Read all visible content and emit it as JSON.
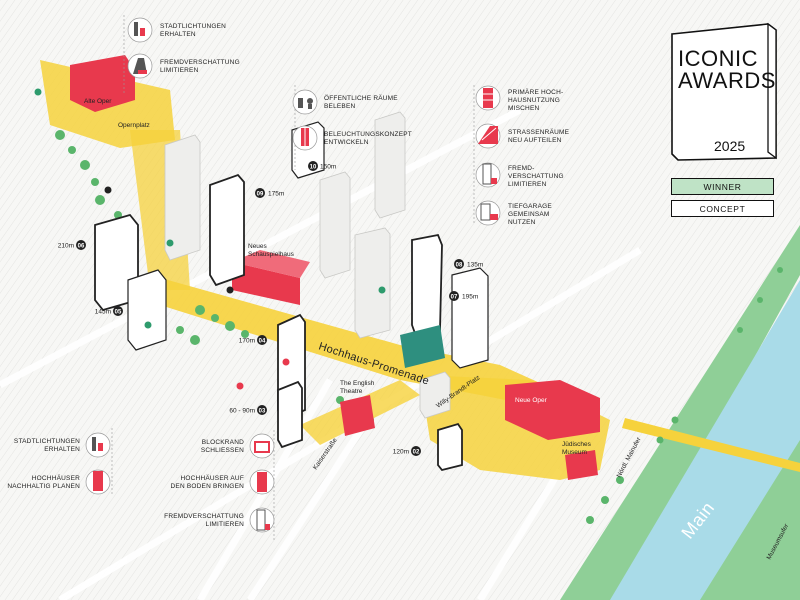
{
  "award": {
    "title_line1": "ICONIC",
    "title_line2": "AWARDS",
    "year": "2025",
    "winner": "WINNER",
    "category": "CONCEPT"
  },
  "legend_top_left": [
    {
      "icon": "preserve-skyline-icon",
      "lines": [
        "STADTLICHTUNGEN",
        "ERHALTEN"
      ]
    },
    {
      "icon": "limit-shadow-icon",
      "lines": [
        "FREMDVERSCHATTUNG",
        "LIMITIEREN"
      ]
    }
  ],
  "legend_center": [
    {
      "icon": "animate-spaces-icon",
      "lines": [
        "ÖFFENTLICHE RÄUME",
        "BELEBEN"
      ]
    },
    {
      "icon": "lighting-icon",
      "lines": [
        "BELEUCHTUNGSKONZEPT",
        "ENTWICKELN"
      ]
    }
  ],
  "legend_right": [
    {
      "icon": "mixed-use-icon",
      "lines": [
        "PRIMÄRE HOCH-",
        "HAUSNUTZUNG",
        "MISCHEN"
      ]
    },
    {
      "icon": "street-split-icon",
      "lines": [
        "STRASSENRÄUME",
        "NEU AUFTEILEN"
      ]
    },
    {
      "icon": "limit-shadow-icon",
      "lines": [
        "FREMD-",
        "VERSCHATTUNG",
        "LIMITIEREN"
      ]
    },
    {
      "icon": "garage-icon",
      "lines": [
        "TIEFGARAGE",
        "GEMEINSAM",
        "NUTZEN"
      ]
    }
  ],
  "legend_bottom_left": [
    {
      "icon": "preserve-skyline-icon",
      "lines": [
        "STADTLICHTUNGEN",
        "ERHALTEN"
      ]
    },
    {
      "icon": "sustainable-tower-icon",
      "lines": [
        "HOCHHÄUSER",
        "NACHHALTIG PLANEN"
      ]
    }
  ],
  "legend_bottom_center": [
    {
      "icon": "close-block-icon",
      "lines": [
        "BLOCKRAND",
        "SCHLIESSEN"
      ]
    },
    {
      "icon": "ground-tower-icon",
      "lines": [
        "HOCHHÄUSER AUF",
        "DEN BODEN BRINGEN"
      ]
    },
    {
      "icon": "limit-shadow-icon",
      "lines": [
        "FREMDVERSCHATTUNG",
        "LIMITIEREN"
      ]
    }
  ],
  "towers": [
    {
      "id": "10",
      "height": "150m"
    },
    {
      "id": "09",
      "height": "175m"
    },
    {
      "id": "08",
      "height": "135m"
    },
    {
      "id": "07",
      "height": "195m"
    },
    {
      "id": "06",
      "height": "210m"
    },
    {
      "id": "05",
      "height": "145m"
    },
    {
      "id": "04",
      "height": "170m"
    },
    {
      "id": "03",
      "height": "60 - 90m"
    },
    {
      "id": "02",
      "height": "120m"
    }
  ],
  "places": {
    "alte_oper": "Alte Oper",
    "opernplatz": "Opernplatz",
    "schauspielhaus_1": "Neues",
    "schauspielhaus_2": "Schauspielhaus",
    "promenade": "Hochhaus-Promenade",
    "english_theatre_1": "The English",
    "english_theatre_2": "Theatre",
    "kaiserstrasse": "Kaiserstraße",
    "willy_brandt": "Willy-Brandt-Platz",
    "neue_oper": "Neue Oper",
    "juedisches_museum_1": "Jüdisches",
    "juedisches_museum_2": "Museum",
    "mainkai": "Nördl. Mainufer",
    "main": "Main",
    "museumsufer": "Museumsufer"
  },
  "colors": {
    "accent_red": "#e8394d",
    "promenade_yellow": "#f6d23c",
    "river_blue": "#a9dbe8",
    "green": "#5ab56b",
    "dark": "#222222"
  }
}
